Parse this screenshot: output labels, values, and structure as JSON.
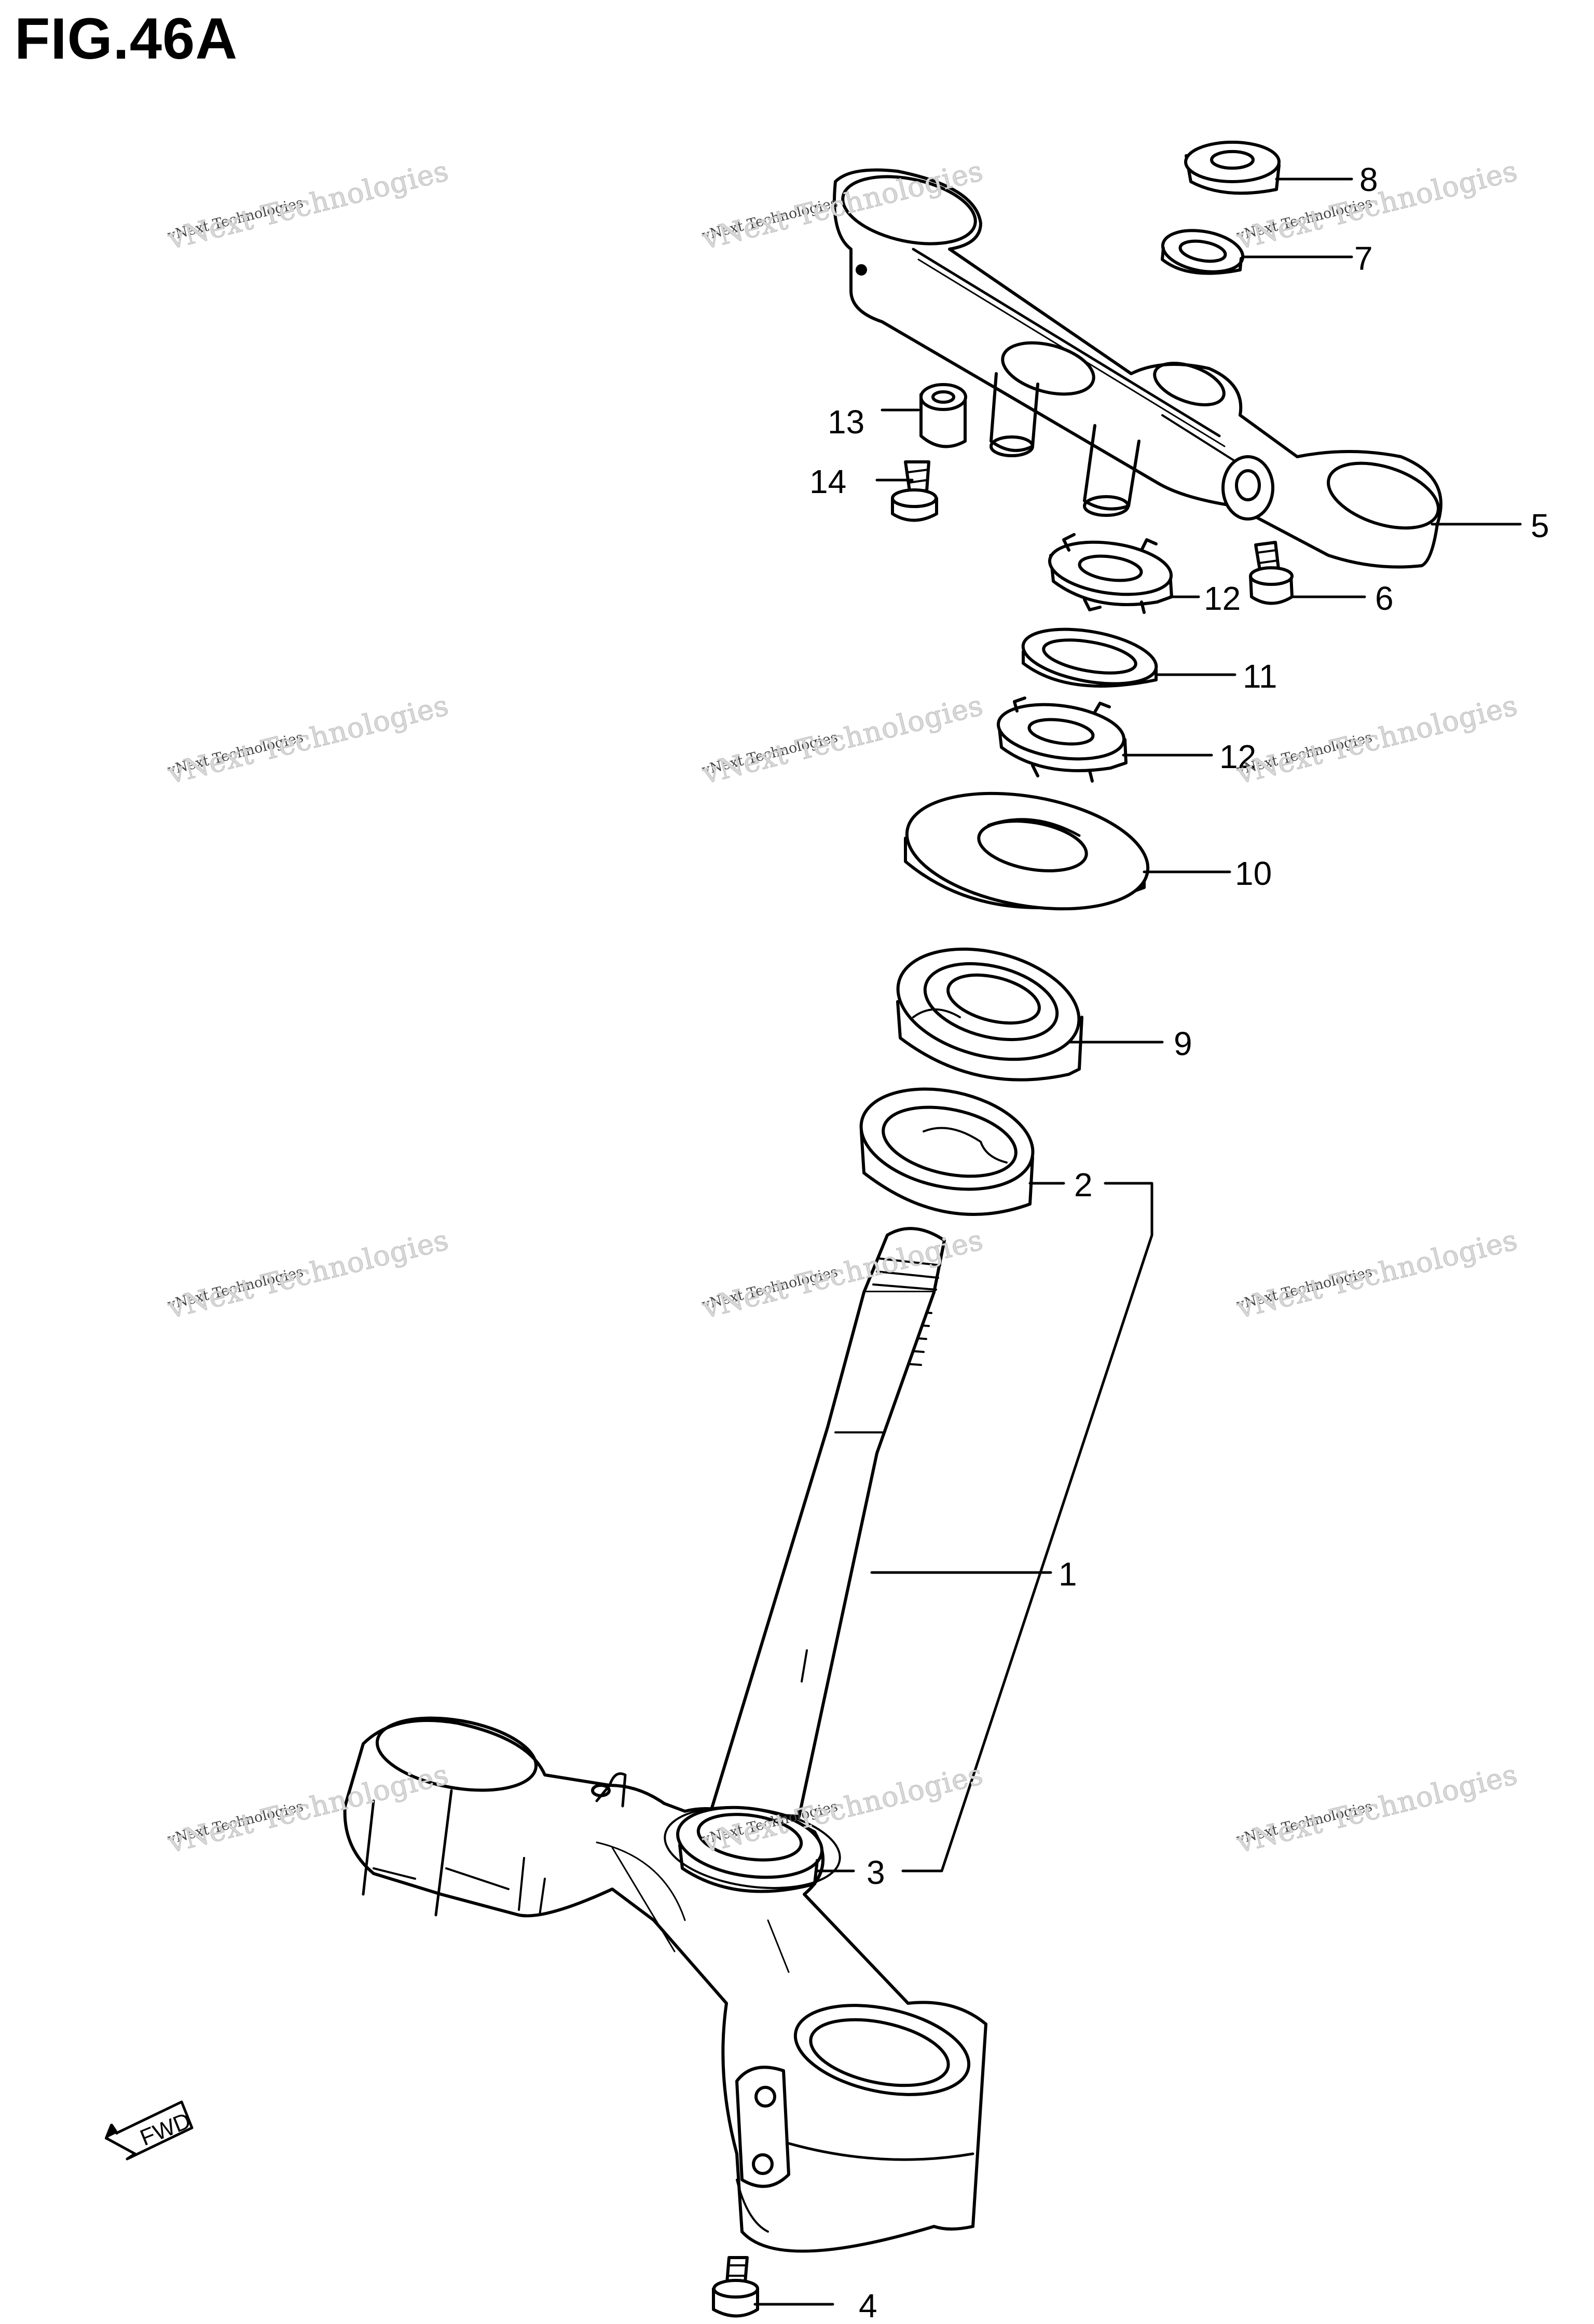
{
  "figure": {
    "title": "FIG.46A"
  },
  "watermark": {
    "small": "vNext Technologies",
    "big": "vNext Technologies"
  },
  "fwd_label": "FWD",
  "callouts": {
    "c1": "1",
    "c2": "2",
    "c3": "3",
    "c4": "4",
    "c5": "5",
    "c6": "6",
    "c7": "7",
    "c8": "8",
    "c9": "9",
    "c10": "10",
    "c11": "11",
    "c12a": "12",
    "c12b": "12",
    "c13": "13",
    "c14": "14"
  }
}
